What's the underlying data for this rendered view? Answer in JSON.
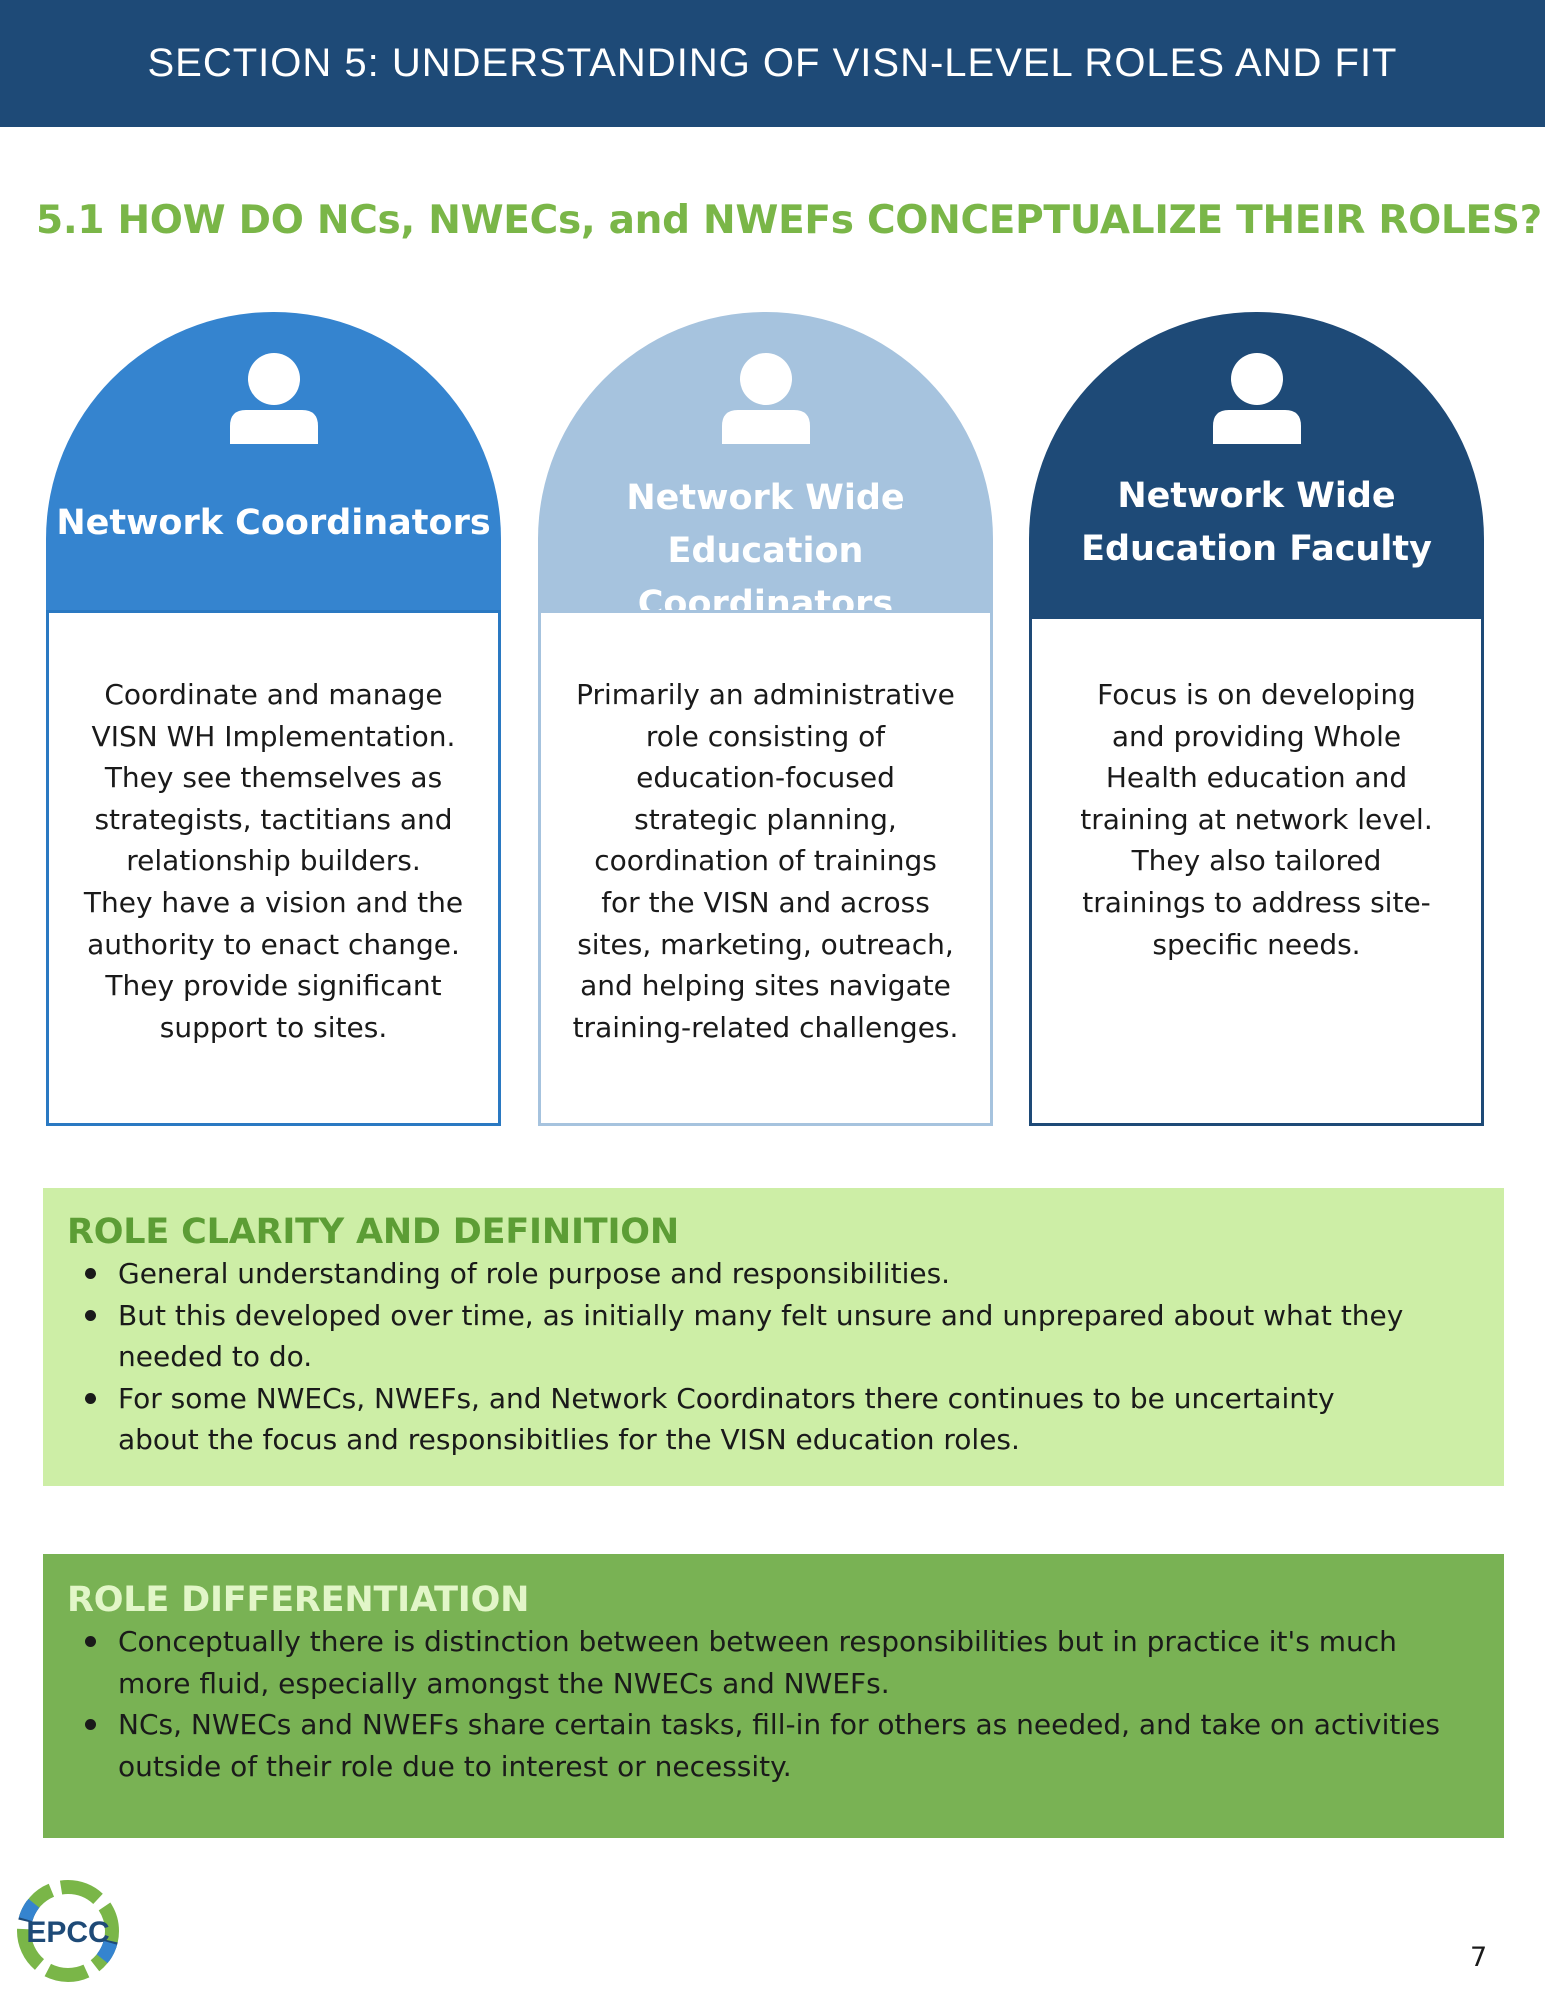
{
  "header": {
    "title": "SECTION 5: UNDERSTANDING OF VISN-LEVEL ROLES AND FIT",
    "background": "#1e4a77"
  },
  "section": {
    "heading": "5.1 HOW DO NCs, NWECs, and NWEFs CONCEPTUALIZE THEIR ROLES?",
    "heading_color": "#7ab648"
  },
  "roles": [
    {
      "icon": "person-icon",
      "color": "#3584cf",
      "name_lines": [
        "Network Coordinators"
      ],
      "description_lines": [
        "Coordinate and manage",
        "VISN WH Implementation.",
        "They see themselves as",
        "strategists, tactitians and",
        "relationship builders.",
        "They have a vision and the",
        "authority to enact change.",
        "They provide significant",
        "support to sites."
      ]
    },
    {
      "icon": "person-icon",
      "color": "#a6c3de",
      "name_lines": [
        "Network Wide",
        "Education Coordinators"
      ],
      "description_lines": [
        "Primarily an administrative",
        "role consisting of",
        "education-focused",
        "strategic planning,",
        "coordination of trainings",
        "for the VISN and across",
        "sites, marketing, outreach,",
        "and helping sites navigate",
        "training-related challenges."
      ]
    },
    {
      "icon": "person-icon",
      "color": "#1e4a77",
      "name_lines": [
        "Network Wide",
        "Education Faculty"
      ],
      "description_lines": [
        "Focus is on developing",
        "and providing Whole",
        "Health education and",
        "training at network level.",
        "They also tailored",
        "trainings to address site-",
        "specific needs."
      ]
    }
  ],
  "role_clarity": {
    "heading": "ROLE CLARITY AND DEFINITION",
    "background": "#cdeea6",
    "bullets": [
      [
        "General understanding of role purpose and responsibilities."
      ],
      [
        "But this developed over time, as initially many felt unsure and unprepared about what they",
        "needed to do."
      ],
      [
        "For some NWECs, NWEFs, and Network Coordinators there continues to be uncertainty",
        "about the focus and responsibitlies for the VISN education roles."
      ]
    ]
  },
  "role_differentiation": {
    "heading": "ROLE DIFFERENTIATION",
    "background": "#79b254",
    "bullets": [
      [
        "Conceptually there is distinction between between responsibilities but in practice it's much",
        "more fluid, especially amongst the NWECs and NWEFs."
      ],
      [
        "NCs, NWECs and NWEFs share certain tasks, fill-in for others as needed, and take on activities",
        "outside of their role due to interest or necessity."
      ]
    ]
  },
  "footer": {
    "logo_text": "EPCC",
    "page_number": "7"
  }
}
